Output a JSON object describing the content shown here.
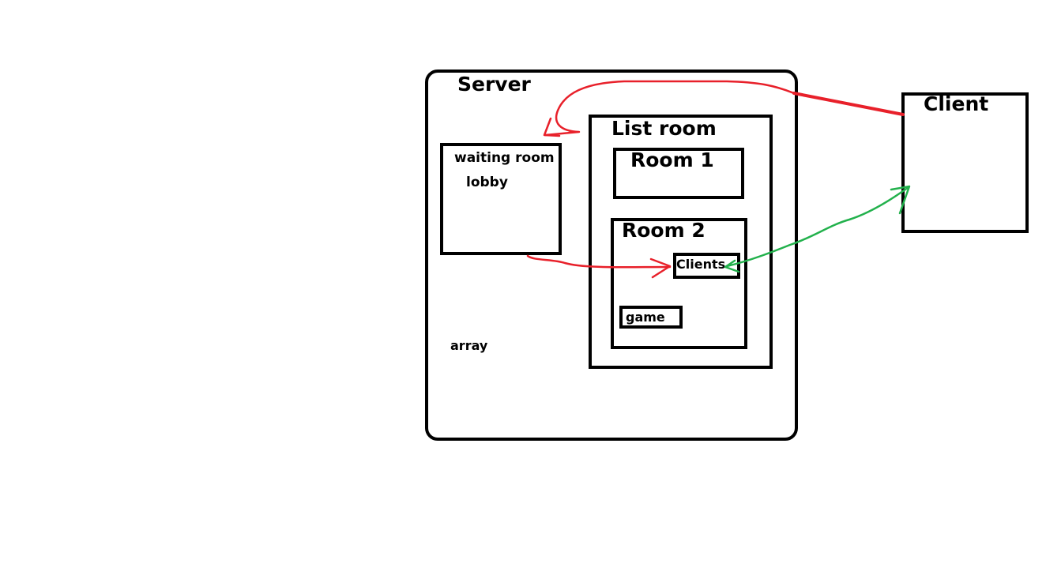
{
  "diagram": {
    "server": {
      "label": "Server"
    },
    "client": {
      "label": "Client"
    },
    "waiting_room": {
      "label": "waiting room",
      "sublabel": "lobby"
    },
    "list_room": {
      "label": "List room"
    },
    "room1": {
      "label": "Room 1"
    },
    "room2": {
      "label": "Room 2"
    },
    "clients": {
      "label": "Clients"
    },
    "game": {
      "label": "game"
    },
    "array": {
      "label": "array"
    },
    "colors": {
      "connect_arrow": "#e8202a",
      "join_arrow": "#e8202a",
      "client_link_arrow": "#22b14c",
      "box_border": "#000000"
    }
  }
}
